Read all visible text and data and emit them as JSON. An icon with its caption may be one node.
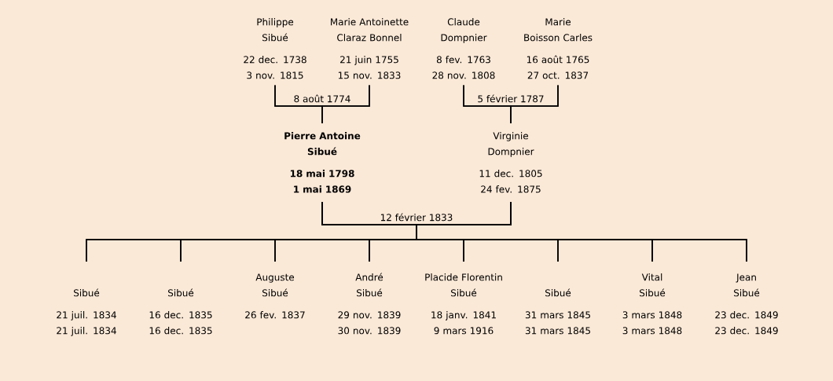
{
  "diagram": {
    "nodes": [
      {
        "text": [
          "Philippe Sibué",
          "22 dec. 1738",
          "3 nov. 1815"
        ]
      },
      {
        "text": [
          "Marie Antoinette Claraz Bonnel",
          "21 juin 1755",
          "15 nov. 1833"
        ]
      },
      {
        "text": [
          "Claude Dompnier",
          "8 fev. 1763",
          "28 nov. 1808"
        ]
      },
      {
        "text": [
          "Marie Boisson Carles",
          "16 août 1765",
          "27 oct. 1837"
        ]
      },
      {
        "text": [
          "Pierre Antoine Sibué",
          "18 mai 1798",
          "1 mai 1869"
        ]
      },
      {
        "text": [
          "Virginie Dompnier",
          "11 dec. 1805",
          "24 fev. 1875"
        ]
      },
      {
        "text": [
          "Sibué",
          "21 juil. 1834",
          "21 juil. 1834"
        ]
      },
      {
        "text": [
          "Sibué",
          "16 dec. 1835",
          "16 dec. 1835"
        ]
      },
      {
        "text": [
          "Auguste Sibué",
          "26 fev. 1837"
        ]
      },
      {
        "text": [
          "André Sibué",
          "29 nov. 1839",
          "30 nov. 1839"
        ]
      },
      {
        "text": [
          "Placide Florentin Sibué",
          "18 janv. 1841",
          "9 mars 1916"
        ]
      },
      {
        "text": [
          "Sibué",
          "31 mars 1845",
          "31 mars 1845"
        ]
      },
      {
        "text": [
          "Vital Sibué",
          "3 mars 1848",
          "3 mars 1848"
        ]
      },
      {
        "text": [
          "Jean Sibué",
          "23 dec. 1849",
          "23 dec. 1849"
        ]
      }
    ],
    "edges": [
      {
        "from": 0,
        "to": 1,
        "arrow": "none",
        "label": "8 août 1774"
      },
      {
        "from": 0,
        "to": 4,
        "arrow": "none"
      },
      {
        "from": 1,
        "to": 4,
        "arrow": "none"
      },
      {
        "from": 2,
        "to": 3,
        "arrow": "none",
        "label": "5 février 1787"
      },
      {
        "from": 2,
        "to": 5,
        "arrow": "none"
      },
      {
        "from": 3,
        "to": 5,
        "arrow": "none"
      },
      {
        "from": 4,
        "to": 5,
        "arrow": "none",
        "label": "12 février 1833"
      },
      {
        "from": 4,
        "to": 6,
        "arrow": "none"
      },
      {
        "from": 5,
        "to": 6,
        "arrow": "none"
      },
      {
        "from": 4,
        "to": 7,
        "arrow": "none"
      },
      {
        "from": 5,
        "to": 7,
        "arrow": "none"
      },
      {
        "from": 4,
        "to": 8,
        "arrow": "none"
      },
      {
        "from": 5,
        "to": 8,
        "arrow": "none"
      },
      {
        "from": 4,
        "to": 9,
        "arrow": "none"
      },
      {
        "from": 5,
        "to": 9,
        "arrow": "none"
      },
      {
        "from": 4,
        "to": 10,
        "arrow": "none"
      },
      {
        "from": 5,
        "to": 10,
        "arrow": "none"
      },
      {
        "from": 4,
        "to": 11,
        "arrow": "none"
      },
      {
        "from": 5,
        "to": 11,
        "arrow": "none"
      },
      {
        "from": 4,
        "to": 12,
        "arrow": "none"
      },
      {
        "from": 5,
        "to": 12,
        "arrow": "none"
      },
      {
        "from": 4,
        "to": 13,
        "arrow": "none"
      },
      {
        "from": 5,
        "to": 13,
        "arrow": "none"
      }
    ]
  }
}
